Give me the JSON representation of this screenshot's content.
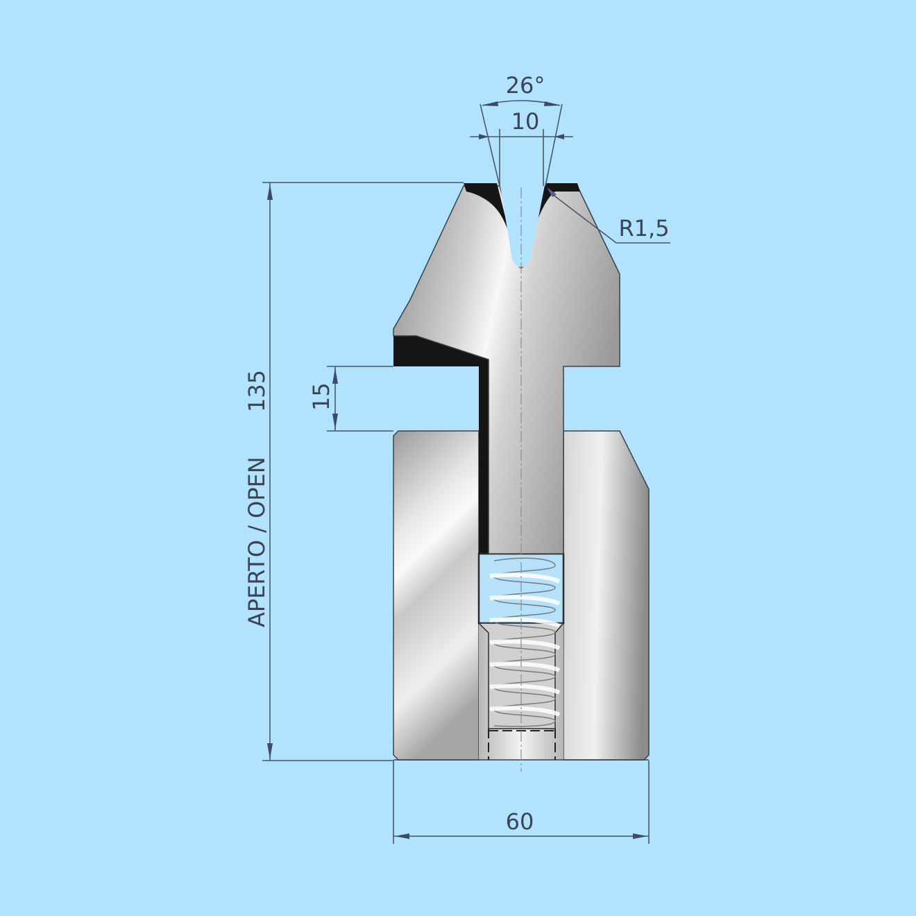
{
  "drawing": {
    "title": "Press brake die with spring-loaded punch holder - cross section",
    "background_color": "#b1e3fe",
    "steel_color_light": "#f2f2f2",
    "steel_color_dark": "#8c8c8c",
    "black_fill": "#151515",
    "dim_line_color": "#4a5565",
    "dim_text_color": "#3b4452"
  },
  "dimensions": {
    "angle": {
      "label": "26°",
      "value": 26,
      "unit": "deg"
    },
    "v_opening": {
      "label": "10",
      "value": 10,
      "unit": "mm"
    },
    "radius": {
      "label": "R1,5",
      "prefix": "R",
      "value": "1,5",
      "unit": "mm"
    },
    "stroke": {
      "label": "15",
      "value": 15,
      "unit": "mm"
    },
    "height": {
      "label": "135",
      "value": 135,
      "unit": "mm",
      "condition": "APERTO / OPEN"
    },
    "width": {
      "label": "60",
      "value": 60,
      "unit": "mm"
    }
  },
  "labels": {
    "height_note": "APERTO / OPEN"
  }
}
